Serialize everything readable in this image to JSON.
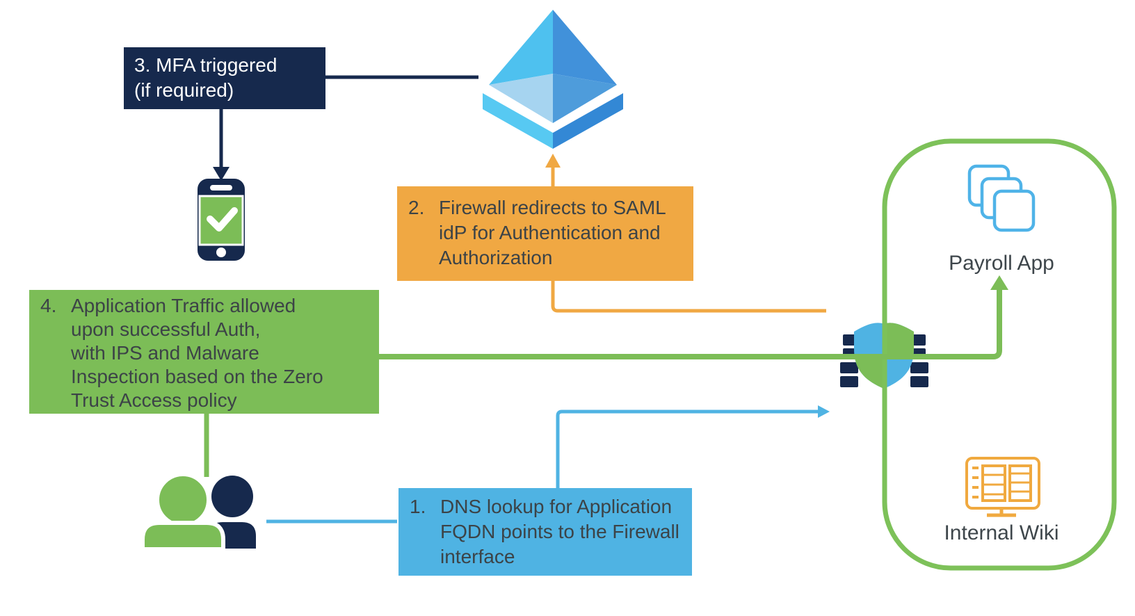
{
  "steps": {
    "step1": {
      "num": "1.",
      "lines": [
        "DNS lookup for Application",
        "FQDN points to the Firewall",
        "interface"
      ]
    },
    "step2": {
      "num": "2.",
      "lines": [
        "Firewall redirects to SAML",
        "idP for Authentication and",
        "Authorization"
      ]
    },
    "step3": {
      "lines": [
        "3.  MFA triggered",
        "(if required)"
      ]
    },
    "step4": {
      "num": "4.",
      "lines": [
        "Application Traffic allowed",
        "upon successful Auth,",
        "with IPS and Malware",
        "Inspection based on the Zero",
        "Trust Access policy"
      ]
    }
  },
  "labels": {
    "payroll_app": "Payroll App",
    "internal_wiki": "Internal Wiki"
  },
  "icons": [
    "saml-idp-pyramid-icon",
    "mfa-phone-icon",
    "users-icon",
    "firewall-shield-icon",
    "payroll-app-icon",
    "internal-wiki-icon"
  ],
  "colors": {
    "navy": "#16294D",
    "orange": "#F0A843",
    "green": "#7CBD57",
    "blue": "#4FB3E3",
    "container_border": "#7DC159",
    "box_text": "#3C4347",
    "label_text": "#3E464B",
    "pyr_ul": "#4EC1EF",
    "pyr_ur": "#4191DA",
    "pyr_ll": "#A6D4F0",
    "pyr_lr": "#4E9CDB",
    "pyr_rim_l": "#57C9F2",
    "pyr_rim_r": "#3388D5",
    "payroll_blue": "#4FB3E8",
    "wiki_orange": "#F0A93F",
    "white": "#FFFFFF"
  }
}
